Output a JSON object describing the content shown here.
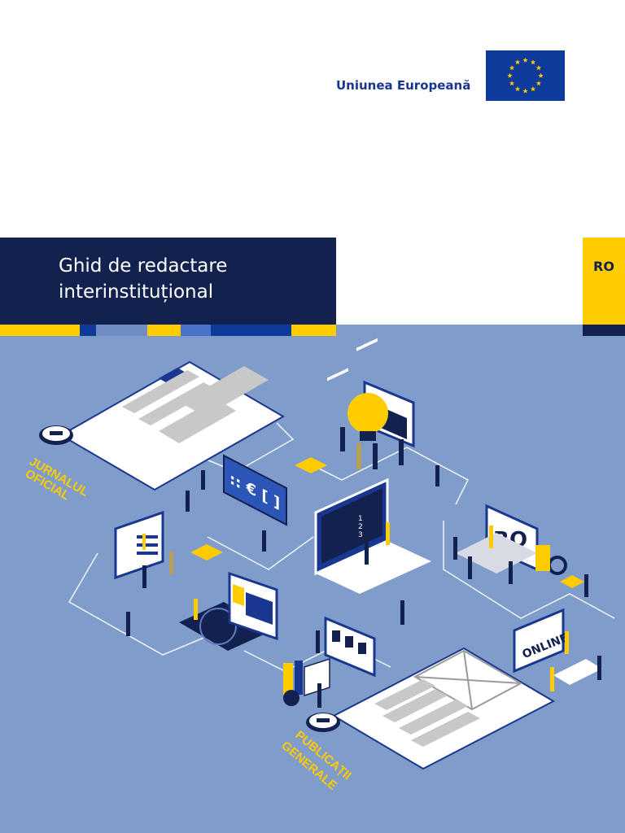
{
  "header": {
    "org_name": "Uniunea Europeană"
  },
  "cover": {
    "title_line1": "Ghid de redactare",
    "title_line2": "interinstituțional",
    "language_code": "RO"
  },
  "illustration": {
    "label_left_line1": "JURNALUL",
    "label_left_line2": "OFICIAL",
    "label_bottom_line1": "PUBLICAȚII",
    "label_bottom_line2": "GENERALE",
    "screen_ro": "RO",
    "screen_online": "ONLINE",
    "screen_symbols": ":: € [ ]",
    "list_numbers": [
      "1",
      "2",
      "3"
    ]
  },
  "colors": {
    "navy": "#13214e",
    "eu_blue": "#0e3a9c",
    "yellow": "#ffcc00",
    "illustration_bg": "#7f9ccb",
    "mid_blue": "#4a72c9"
  }
}
